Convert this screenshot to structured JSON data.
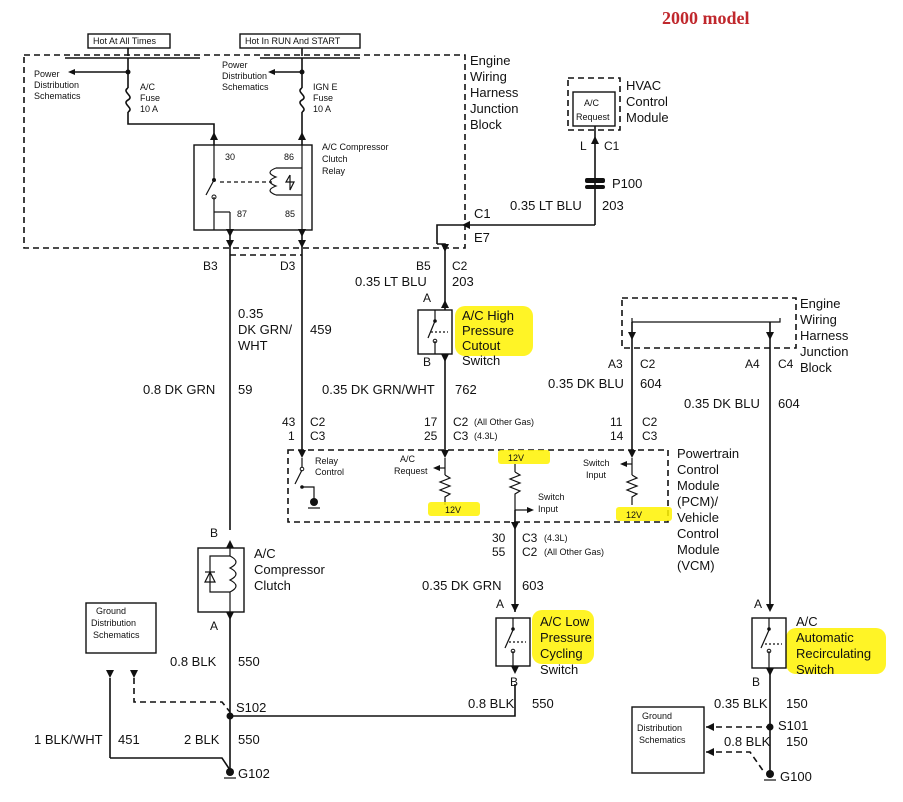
{
  "title": "2000 model",
  "colors": {
    "highlight": "#fff200",
    "title": "#c0282d",
    "line": "#111111"
  },
  "power": {
    "hot_at_all_times": "Hot At All Times",
    "hot_in_run_start": "Hot In RUN And START",
    "power_dist_1_l1": "Power",
    "power_dist_1_l2": "Distribution",
    "power_dist_1_l3": "Schematics",
    "power_dist_2_l1": "Power",
    "power_dist_2_l2": "Distribution",
    "power_dist_2_l3": "Schematics",
    "ac_fuse_l1": "A/C",
    "ac_fuse_l2": "Fuse",
    "ac_fuse_l3": "10 A",
    "igne_fuse_l1": "IGN E",
    "igne_fuse_l2": "Fuse",
    "igne_fuse_l3": "10 A"
  },
  "ewhjb_top": {
    "l1": "Engine",
    "l2": "Wiring",
    "l3": "Harness",
    "l4": "Junction",
    "l5": "Block"
  },
  "ewhjb_right": {
    "l1": "Engine",
    "l2": "Wiring",
    "l3": "Harness",
    "l4": "Junction",
    "l5": "Block"
  },
  "relay": {
    "l1": "A/C Compressor",
    "l2": "Clutch",
    "l3": "Relay",
    "p30": "30",
    "p86": "86",
    "p87": "87",
    "p85": "85"
  },
  "hvac": {
    "l1": "HVAC",
    "l2": "Control",
    "l3": "Module",
    "req_l1": "A/C",
    "req_l2": "Request",
    "pin_l": "L",
    "pin_c1": "C1",
    "p100": "P100",
    "wire": "0.35 LT BLU",
    "circuit": "203",
    "conn_c1": "C1",
    "conn_e7": "E7"
  },
  "connectors": {
    "b3": "B3",
    "d3": "D3",
    "b5": "B5",
    "c2_b5": "C2",
    "a3": "A3",
    "c2_a3": "C2",
    "a4": "A4",
    "c4": "C4"
  },
  "wires": {
    "w_dkgrnwht_1": "0.35",
    "w_dkgrnwht_2": "DK GRN/",
    "w_dkgrnwht_3": "WHT",
    "c459": "459",
    "w_08dkgrn": "0.8 DK GRN",
    "c59": "59",
    "w_ltblu_203": "0.35 LT BLU",
    "c203": "203",
    "w_762": "0.35 DK GRN/WHT",
    "c762": "762",
    "w_604_a": "0.35 DK BLU",
    "c604_a": "604",
    "w_604_b": "0.35 DK BLU",
    "c604_b": "604",
    "w_603": "0.35 DK GRN",
    "c603": "603",
    "w_550_a": "0.8 BLK",
    "c550_a": "550",
    "w_550_b": "0.8 BLK",
    "c550_b": "550",
    "w_550_c": "2 BLK",
    "c550_c": "550",
    "w_451": "1 BLK/WHT",
    "c451": "451",
    "w_150_a": "0.35 BLK",
    "c150_a": "150",
    "w_150_b": "0.8 BLK",
    "c150_b": "150"
  },
  "high_cutout": {
    "l1": "A/C High",
    "l2": "Pressure",
    "l3": "Cutout",
    "l4": "Switch",
    "pa": "A",
    "pb": "B"
  },
  "pcm_pins": {
    "p43": "43",
    "p1": "1",
    "c2_43": "C2",
    "c3_1": "C3",
    "p17": "17",
    "p25": "25",
    "c2_17": "C2",
    "c3_25": "C3",
    "note_all_gas": "(All Other Gas)",
    "note_43l": "(4.3L)",
    "p11": "11",
    "p14": "14",
    "c2_11": "C2",
    "c3_14": "C3",
    "p30": "30",
    "p55": "55",
    "c3_30": "C3",
    "c2_55": "C2",
    "note_43l_b": "(4.3L)",
    "note_all_gas_b": "(All Other Gas)"
  },
  "pcm": {
    "l1": "Powertrain",
    "l2": "Control",
    "l3": "Module",
    "l4": "(PCM)/",
    "l5": "Vehicle",
    "l6": "Control",
    "l7": "Module",
    "l8": "(VCM)",
    "relay_ctrl_l1": "Relay",
    "relay_ctrl_l2": "Control",
    "ac_req_l1": "A/C",
    "ac_req_l2": "Request",
    "switch_input_l1": "Switch",
    "switch_input_l2": "Input",
    "switch_input2_l1": "Switch",
    "switch_input2_l2": "Input",
    "v12_a": "12V",
    "v12_b": "12V",
    "v12_c": "12V"
  },
  "clutch": {
    "l1": "A/C",
    "l2": "Compressor",
    "l3": "Clutch",
    "pb": "B",
    "pa": "A"
  },
  "low_cycling": {
    "l1": "A/C Low",
    "l2": "Pressure",
    "l3": "Cycling",
    "l4": "Switch",
    "pa": "A",
    "pb": "B"
  },
  "recirc": {
    "l1": "A/C",
    "l2": "Automatic",
    "l3": "Recirculating",
    "l4": "Switch",
    "pa": "A",
    "pb": "B"
  },
  "ground": {
    "gds1_l1": "Ground",
    "gds1_l2": "Distribution",
    "gds1_l3": "Schematics",
    "gds2_l1": "Ground",
    "gds2_l2": "Distribution",
    "gds2_l3": "Schematics",
    "s102": "S102",
    "g102": "G102",
    "s101": "S101",
    "g100": "G100"
  }
}
